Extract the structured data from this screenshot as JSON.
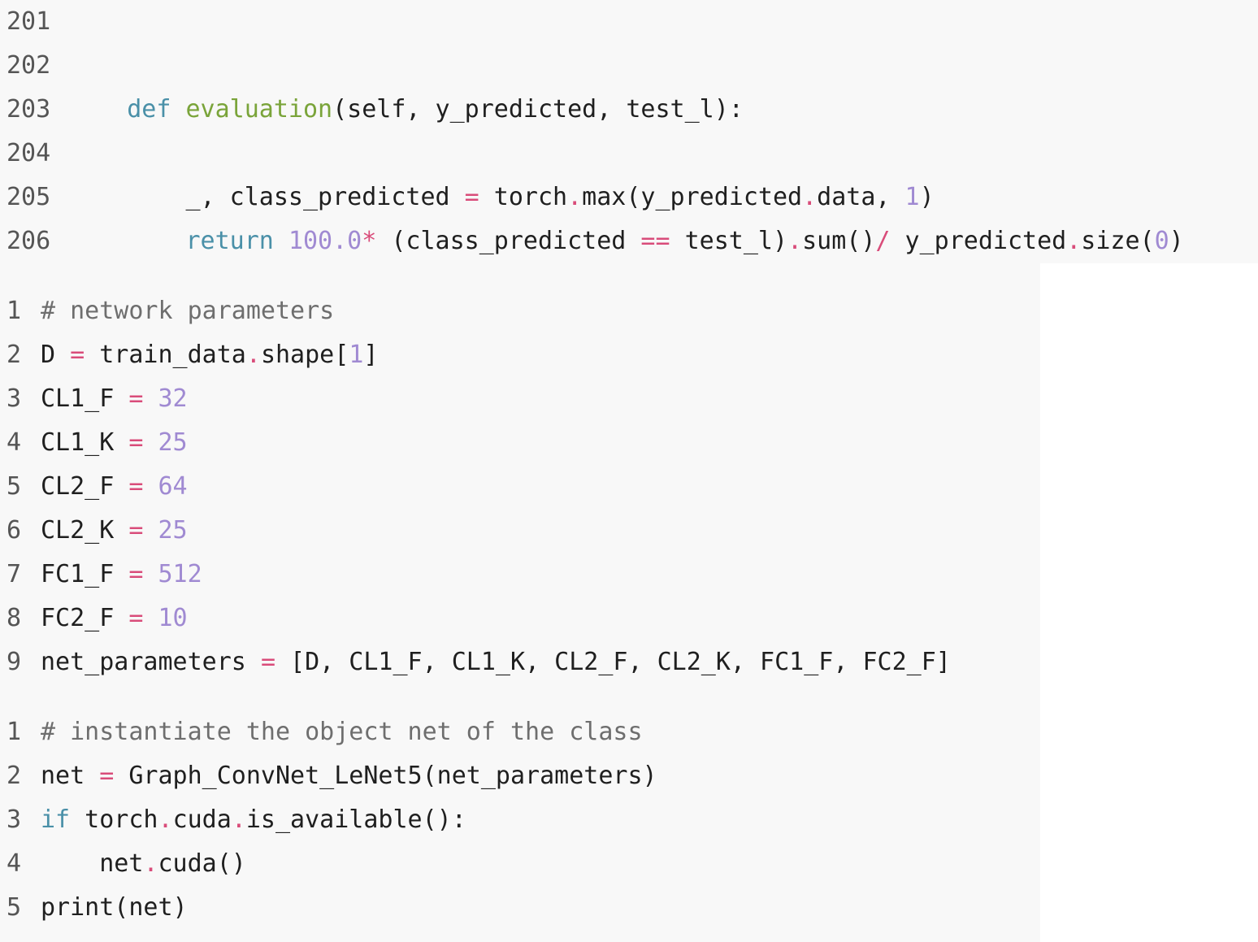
{
  "colors": {
    "background": "#f8f8f8",
    "keyword": "#4a90a8",
    "function": "#7aa43a",
    "number": "#a08ad2",
    "operator": "#d94c7a",
    "comment": "#6e6e6e",
    "text": "#1f1f1f",
    "line_number": "#555555"
  },
  "blocks": [
    {
      "lines": [
        {
          "num": "201",
          "tokens": []
        },
        {
          "num": "202",
          "tokens": []
        },
        {
          "num": "203",
          "tokens": [
            {
              "t": "    ",
              "c": "tx"
            },
            {
              "t": "def",
              "c": "kw"
            },
            {
              "t": " ",
              "c": "tx"
            },
            {
              "t": "evaluation",
              "c": "fn"
            },
            {
              "t": "(self, y_predicted, test_l):",
              "c": "tx"
            }
          ]
        },
        {
          "num": "204",
          "tokens": []
        },
        {
          "num": "205",
          "tokens": [
            {
              "t": "        _, class_predicted ",
              "c": "tx"
            },
            {
              "t": "=",
              "c": "op"
            },
            {
              "t": " torch",
              "c": "tx"
            },
            {
              "t": ".",
              "c": "op"
            },
            {
              "t": "max(y_predicted",
              "c": "tx"
            },
            {
              "t": ".",
              "c": "op"
            },
            {
              "t": "data, ",
              "c": "tx"
            },
            {
              "t": "1",
              "c": "num"
            },
            {
              "t": ")",
              "c": "tx"
            }
          ]
        },
        {
          "num": "206",
          "tokens": [
            {
              "t": "        ",
              "c": "tx"
            },
            {
              "t": "return",
              "c": "kw"
            },
            {
              "t": " ",
              "c": "tx"
            },
            {
              "t": "100.0",
              "c": "num"
            },
            {
              "t": "*",
              "c": "op"
            },
            {
              "t": " (class_predicted ",
              "c": "tx"
            },
            {
              "t": "==",
              "c": "op"
            },
            {
              "t": " test_l)",
              "c": "tx"
            },
            {
              "t": ".",
              "c": "op"
            },
            {
              "t": "sum()",
              "c": "tx"
            },
            {
              "t": "/",
              "c": "op"
            },
            {
              "t": " y_predicted",
              "c": "tx"
            },
            {
              "t": ".",
              "c": "op"
            },
            {
              "t": "size(",
              "c": "tx"
            },
            {
              "t": "0",
              "c": "num"
            },
            {
              "t": ")",
              "c": "tx"
            }
          ]
        }
      ]
    },
    {
      "lines": [
        {
          "num": "1",
          "tokens": [
            {
              "t": "# network parameters",
              "c": "cm"
            }
          ]
        },
        {
          "num": "2",
          "tokens": [
            {
              "t": "D ",
              "c": "tx"
            },
            {
              "t": "=",
              "c": "op"
            },
            {
              "t": " train_data",
              "c": "tx"
            },
            {
              "t": ".",
              "c": "op"
            },
            {
              "t": "shape[",
              "c": "tx"
            },
            {
              "t": "1",
              "c": "num"
            },
            {
              "t": "]",
              "c": "tx"
            }
          ]
        },
        {
          "num": "3",
          "tokens": [
            {
              "t": "CL1_F ",
              "c": "tx"
            },
            {
              "t": "=",
              "c": "op"
            },
            {
              "t": " ",
              "c": "tx"
            },
            {
              "t": "32",
              "c": "num"
            }
          ]
        },
        {
          "num": "4",
          "tokens": [
            {
              "t": "CL1_K ",
              "c": "tx"
            },
            {
              "t": "=",
              "c": "op"
            },
            {
              "t": " ",
              "c": "tx"
            },
            {
              "t": "25",
              "c": "num"
            }
          ]
        },
        {
          "num": "5",
          "tokens": [
            {
              "t": "CL2_F ",
              "c": "tx"
            },
            {
              "t": "=",
              "c": "op"
            },
            {
              "t": " ",
              "c": "tx"
            },
            {
              "t": "64",
              "c": "num"
            }
          ]
        },
        {
          "num": "6",
          "tokens": [
            {
              "t": "CL2_K ",
              "c": "tx"
            },
            {
              "t": "=",
              "c": "op"
            },
            {
              "t": " ",
              "c": "tx"
            },
            {
              "t": "25",
              "c": "num"
            }
          ]
        },
        {
          "num": "7",
          "tokens": [
            {
              "t": "FC1_F ",
              "c": "tx"
            },
            {
              "t": "=",
              "c": "op"
            },
            {
              "t": " ",
              "c": "tx"
            },
            {
              "t": "512",
              "c": "num"
            }
          ]
        },
        {
          "num": "8",
          "tokens": [
            {
              "t": "FC2_F ",
              "c": "tx"
            },
            {
              "t": "=",
              "c": "op"
            },
            {
              "t": " ",
              "c": "tx"
            },
            {
              "t": "10",
              "c": "num"
            }
          ]
        },
        {
          "num": "9",
          "tokens": [
            {
              "t": "net_parameters ",
              "c": "tx"
            },
            {
              "t": "=",
              "c": "op"
            },
            {
              "t": " [D, CL1_F, CL1_K, CL2_F, CL2_K, FC1_F, FC2_F]",
              "c": "tx"
            }
          ]
        }
      ]
    },
    {
      "lines": [
        {
          "num": "1",
          "tokens": [
            {
              "t": "# instantiate the object net of the class",
              "c": "cm"
            }
          ]
        },
        {
          "num": "2",
          "tokens": [
            {
              "t": "net ",
              "c": "tx"
            },
            {
              "t": "=",
              "c": "op"
            },
            {
              "t": " Graph_ConvNet_LeNet5(net_parameters)",
              "c": "tx"
            }
          ]
        },
        {
          "num": "3",
          "tokens": [
            {
              "t": "if",
              "c": "kw"
            },
            {
              "t": " torch",
              "c": "tx"
            },
            {
              "t": ".",
              "c": "op"
            },
            {
              "t": "cuda",
              "c": "tx"
            },
            {
              "t": ".",
              "c": "op"
            },
            {
              "t": "is_available():",
              "c": "tx"
            }
          ]
        },
        {
          "num": "4",
          "tokens": [
            {
              "t": "    net",
              "c": "tx"
            },
            {
              "t": ".",
              "c": "op"
            },
            {
              "t": "cuda()",
              "c": "tx"
            }
          ]
        },
        {
          "num": "5",
          "tokens": [
            {
              "t": "print(net)",
              "c": "tx"
            }
          ]
        }
      ]
    }
  ]
}
